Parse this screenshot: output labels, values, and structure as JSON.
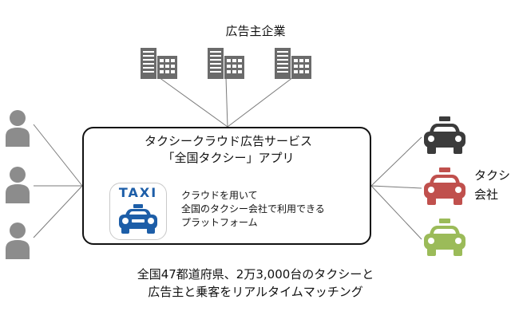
{
  "advertisers": {
    "label": "広告主企業",
    "building_icon": "office-building-icon",
    "color": "#6b6b6b"
  },
  "service": {
    "title": "タクシークラウド広告サービス",
    "subtitle": "「全国タクシー」アプリ",
    "app_icon": {
      "label": "TAXI",
      "accent_color": "#1d5ea8"
    },
    "description_lines": [
      "クラウドを用いて",
      "全国のタクシー会社で利用できる",
      "プラットフォーム"
    ]
  },
  "passengers": {
    "icon": "person-icon",
    "count": 3,
    "color": "#8c8c8c"
  },
  "taxi_companies": {
    "label_line1": "タクシー",
    "label_line2": "会社",
    "taxi_colors": [
      "#3b3b3b",
      "#c0504d",
      "#9bbb59"
    ]
  },
  "summary": {
    "line1": "全国47都道府県、2万3,000台のタクシーと",
    "line2": "広告主と乗客をリアルタイムマッチング"
  }
}
